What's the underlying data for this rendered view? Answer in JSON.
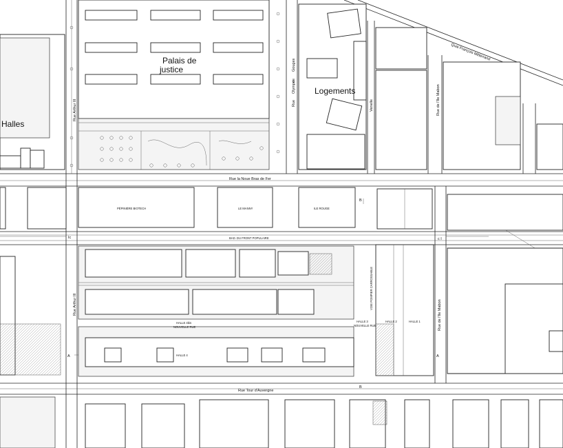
{
  "places": {
    "palais": "Palais de",
    "palais2": "justice",
    "logements": "Logements",
    "halles": "Halles"
  },
  "streets": {
    "noue": "Rue la Noue Bras de Fer",
    "arthur_top": "Rue Arthur III",
    "arthur_mid": "Rue Arthur III",
    "olympe1": "Rue",
    "olympe2": "Olympe",
    "olympe3": "de",
    "olympe4": "Gouges",
    "venelle": "Venelle",
    "mabon_top": "Rue de l'Ile Mabon",
    "mabon_right": "Rue de l'Ile Mabon",
    "mitterrand": "Quai François Mitterrand",
    "tour": "Rue Tour d'Auvergne",
    "front": "BAD. DU FRONT POPULAIRE"
  },
  "blocks": {
    "pepiniere": "PÉPINIÈRE BIOTECH",
    "manny": "LE MANNY",
    "ilerouge": "ILE ROUGE",
    "halle3": "HALLE 3",
    "halle2": "HALLE 2",
    "halle1": "HALLE 1",
    "halle4b": "HALLE 4bis",
    "nouvelle": "NOUVELLE RUE",
    "halle4": "HALLE 4",
    "voie": "VOIE POMPIER CARROSSABLE",
    "nrue2": "NOUVELLE RUE"
  },
  "sections": {
    "c_left": "Ic",
    "c_right": "c I",
    "a_left": "A",
    "a_right": "A",
    "b_top": "B",
    "b_bot": "B"
  }
}
